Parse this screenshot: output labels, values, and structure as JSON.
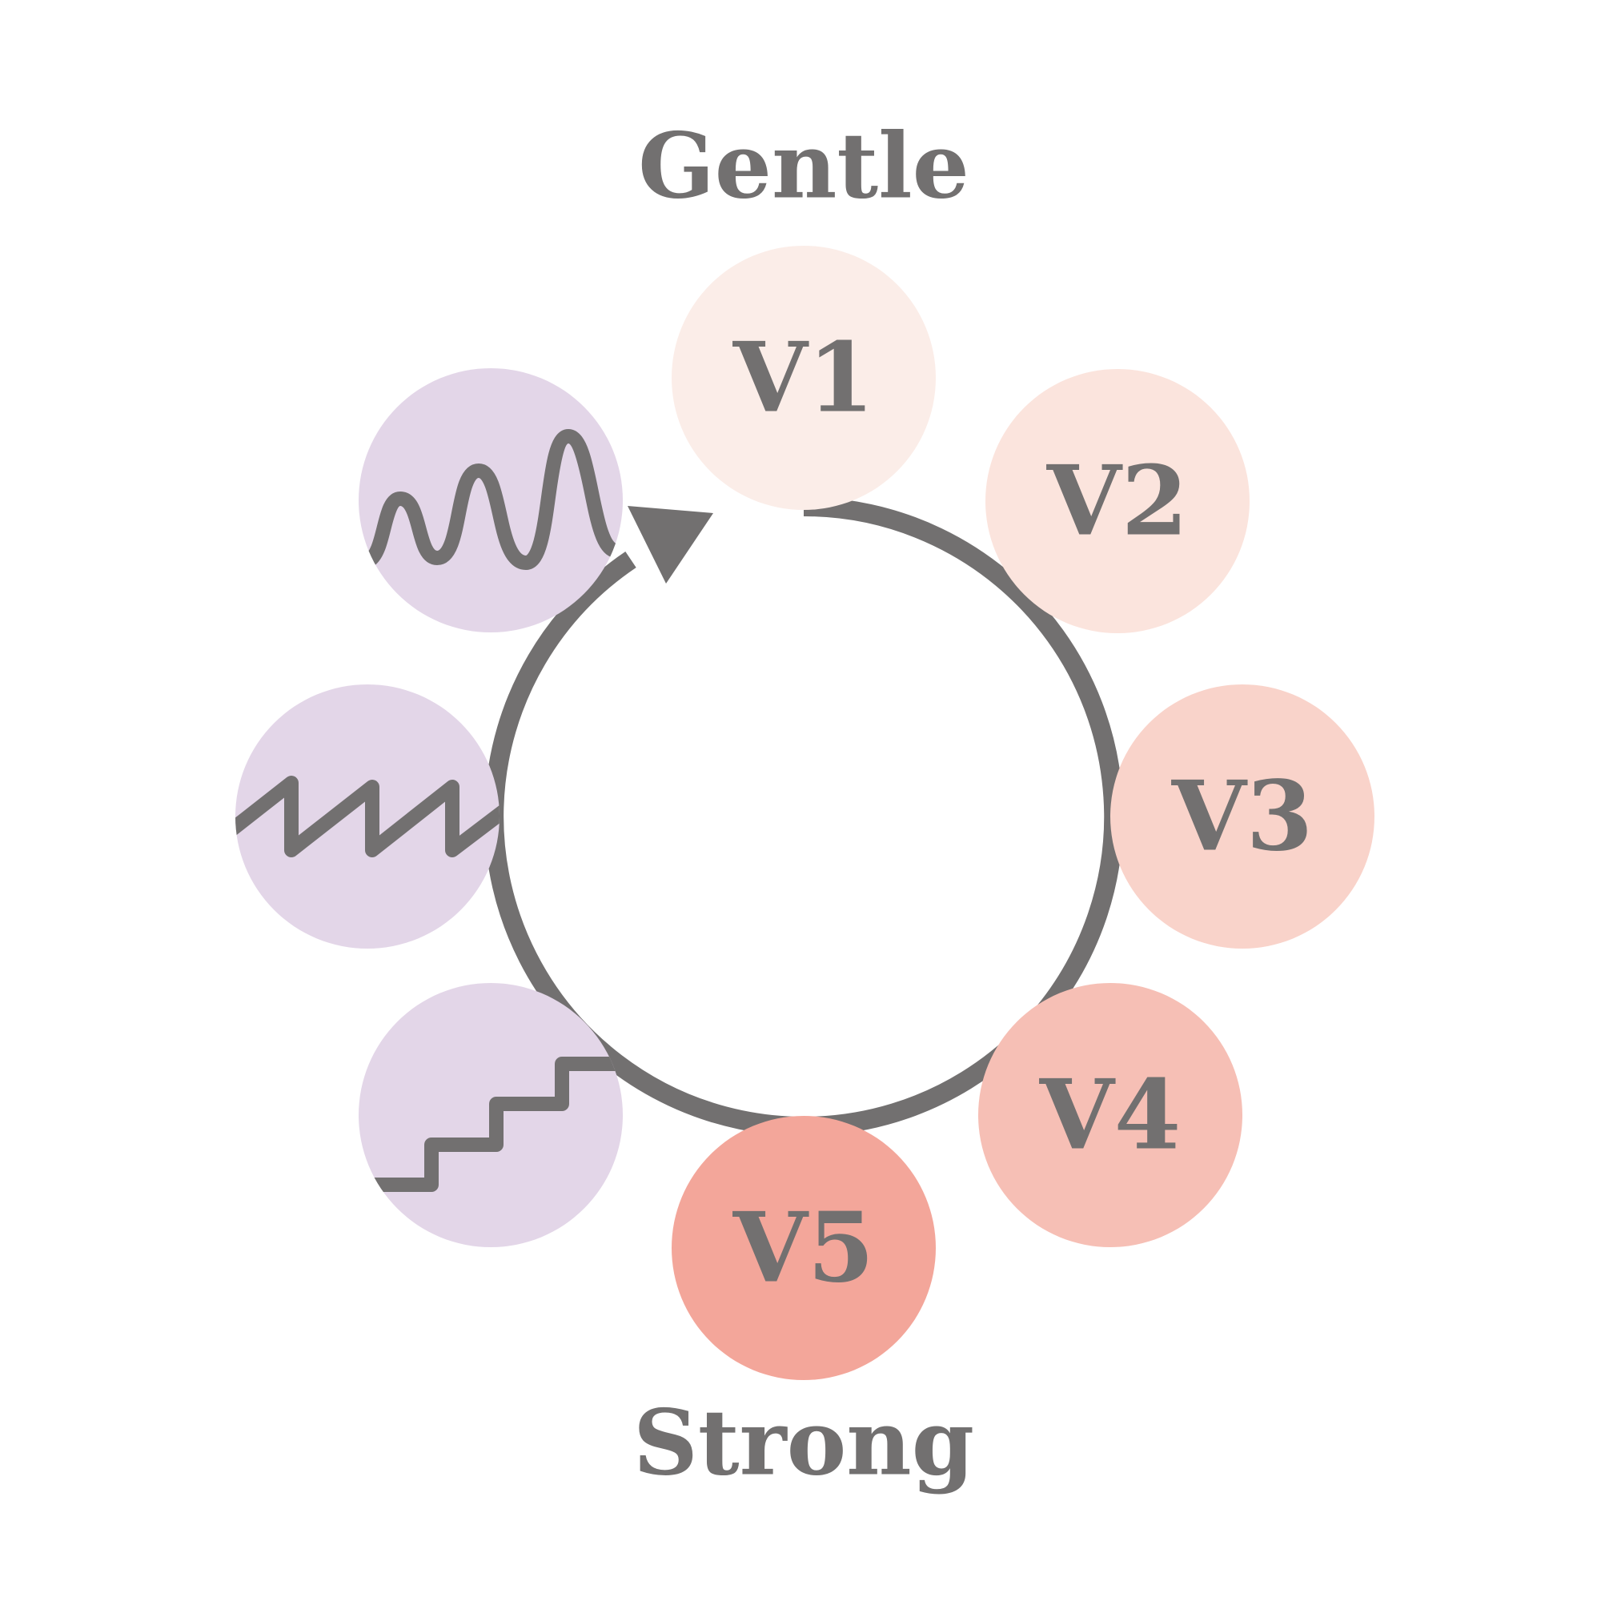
{
  "labels": {
    "top": "Gentle",
    "bottom": "Strong"
  },
  "levels": [
    {
      "label": "V1",
      "color": "#FBEDE8"
    },
    {
      "label": "V2",
      "color": "#FBE4DD"
    },
    {
      "label": "V3",
      "color": "#F9D3CA"
    },
    {
      "label": "V4",
      "color": "#F6BFB5"
    },
    {
      "label": "V5",
      "color": "#F3A69A"
    }
  ],
  "patterns": [
    {
      "icon": "sine-wave-icon",
      "color": "#E3D6E8"
    },
    {
      "icon": "sawtooth-wave-icon",
      "color": "#E3D6E8"
    },
    {
      "icon": "staircase-icon",
      "color": "#E3D6E8"
    }
  ],
  "colors": {
    "stroke": "#727070",
    "text": "#727070",
    "background": "#FFFFFF"
  }
}
